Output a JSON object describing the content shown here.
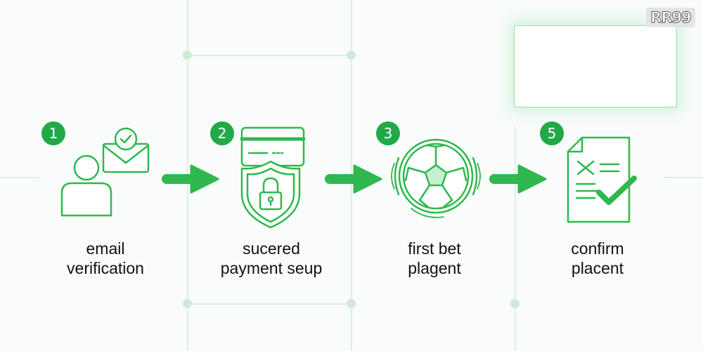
{
  "logo": {
    "text": "RR99"
  },
  "steps": [
    {
      "number": "1",
      "line1": "email",
      "line2": "verification",
      "icon": "user-email-check-icon"
    },
    {
      "number": "2",
      "line1": "sucered",
      "line2": "payment seup",
      "icon": "card-shield-lock-icon"
    },
    {
      "number": "3",
      "line1": "first bet",
      "line2": "plagent",
      "icon": "soccer-ball-icon"
    },
    {
      "number": "5",
      "line1": "confirm",
      "line2": "placent",
      "icon": "document-check-icon"
    }
  ],
  "colors": {
    "accent": "#22a947",
    "icon_stroke": "#2eb84f",
    "grid": "#dcefe2",
    "text": "#111111",
    "background": "#fafcfb"
  }
}
